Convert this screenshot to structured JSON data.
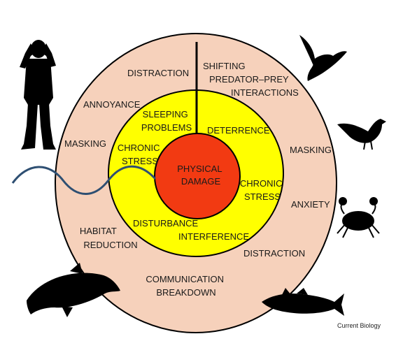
{
  "diagram": {
    "center": "PHYSICAL DAMAGE",
    "inner_ring_labels": [
      "SLEEPING PROBLEMS",
      "CHRONIC STRESS",
      "DISTURBANCE",
      "DETERRENCE",
      "CHRONIC STRESS",
      "INTERFERENCE"
    ],
    "outer_ring_labels": [
      "DISTRACTION",
      "ANNOYANCE",
      "MASKING",
      "HABITAT REDUCTION",
      "COMMUNICATION BREAKDOWN",
      "SHIFTING PREDATOR–PREY INTERACTIONS",
      "MASKING",
      "ANXIETY",
      "DISTRACTION"
    ],
    "silhouettes": [
      "human-silhouette",
      "bat-silhouette",
      "bird-silhouette",
      "crab-silhouette",
      "porpoise-silhouette",
      "fish-silhouette"
    ],
    "colors": {
      "outer_ring": "#f6d1bb",
      "inner_ring": "#ffff00",
      "center": "#f23a12",
      "outline": "#000000",
      "wave": "#2e4f72"
    }
  },
  "credit": "Current Biology"
}
